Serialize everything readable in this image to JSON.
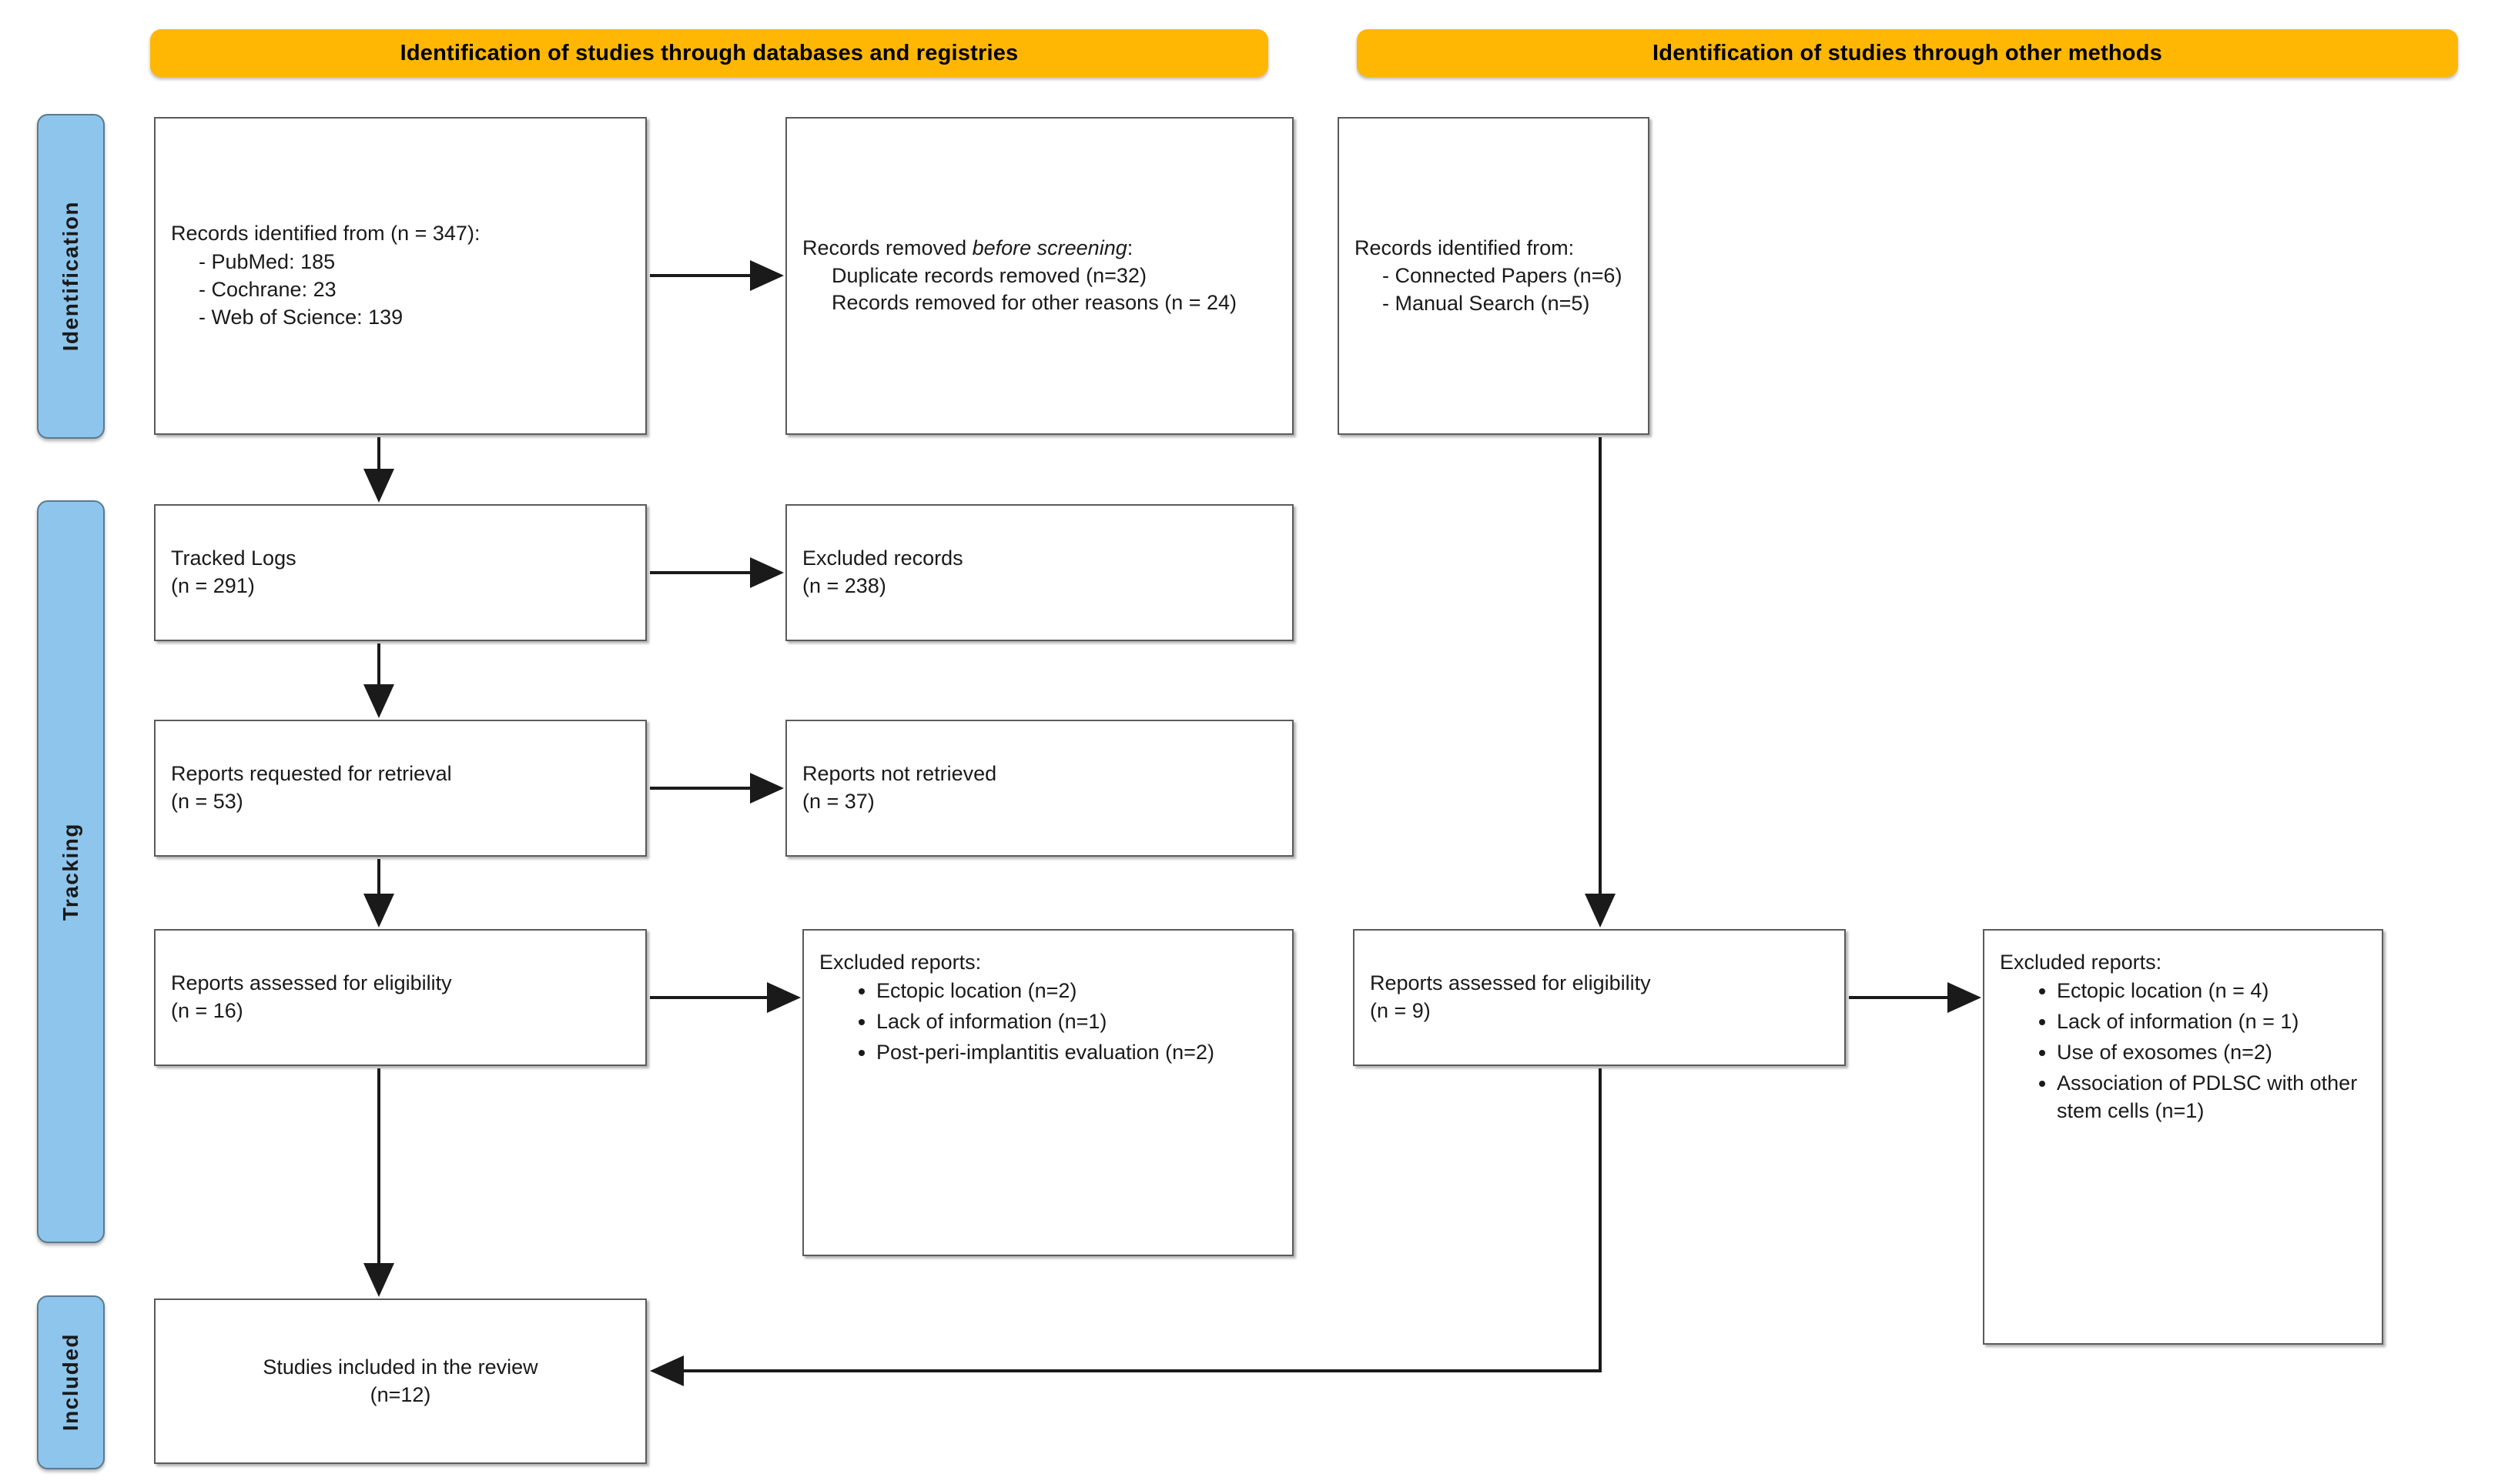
{
  "headers": [
    {
      "id": "databases",
      "label": "Identification of studies through databases and registries"
    },
    {
      "id": "other-methods",
      "label": "Identification of studies through other methods"
    }
  ],
  "stages": [
    {
      "id": "identification",
      "label": "Identification"
    },
    {
      "id": "tracking",
      "label": "Tracking"
    },
    {
      "id": "included",
      "label": "Included"
    }
  ],
  "boxes": {
    "records_identified": {
      "title": "Records identified from (n = 347):",
      "items": [
        "PubMed: 185",
        "Cochrane: 23",
        "Web of Science: 139"
      ]
    },
    "records_removed": {
      "line1": "Records removed ",
      "line1_em": "before screening",
      "line1_tail": ":",
      "items": [
        "Duplicate records removed (n=32)",
        "Records removed for other reasons (n = 24)"
      ]
    },
    "other_records_identified": {
      "title": "Records identified from:",
      "items": [
        "Connected Papers (n=6)",
        "Manual Search (n=5)"
      ]
    },
    "tracked_logs": {
      "text": "Tracked Logs\n(n = 291)"
    },
    "excluded_records": {
      "text": "Excluded records\n(n = 238)"
    },
    "reports_requested": {
      "text": "Reports requested for retrieval\n(n = 53)"
    },
    "reports_not_retrieved": {
      "text": "Reports not retrieved\n(n = 37)"
    },
    "reports_assessed_db": {
      "text": "Reports assessed for eligibility\n(n = 16)"
    },
    "excluded_reports_db": {
      "title": "Excluded reports:",
      "items": [
        "Ectopic location (n=2)",
        "Lack of information (n=1)",
        "Post-peri-implantitis evaluation (n=2)"
      ]
    },
    "reports_assessed_other": {
      "text": "Reports assessed for eligibility\n(n = 9)"
    },
    "excluded_reports_other": {
      "title": "Excluded reports:",
      "items": [
        "Ectopic location (n = 4)",
        "Lack of information (n = 1)",
        "Use of exosomes (n=2)",
        "Association of PDLSC with other stem cells (n=1)"
      ]
    },
    "studies_included": {
      "text": "Studies included in the review\n(n=12)"
    }
  },
  "colors": {
    "header_yellow": "#FFB703",
    "stage_blue": "#8EC5EC",
    "box_border": "#5B5B5B",
    "connector": "#1A1A1A",
    "text": "#1A1A1A"
  }
}
